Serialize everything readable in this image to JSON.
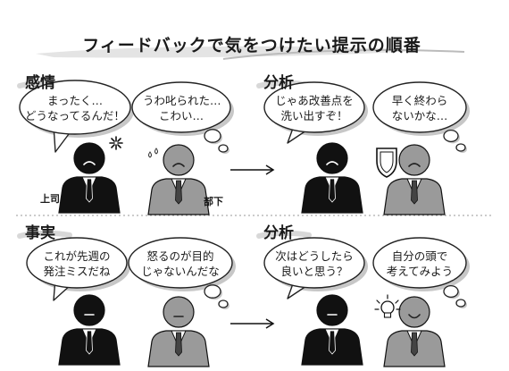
{
  "title": "フィードバックで気をつけたい提示の順番",
  "rows": [
    {
      "left_label": "感情",
      "right_label": "分析",
      "boss_left": {
        "line1": "まったく…",
        "line2": "どうなってるんだ！",
        "face": "frown"
      },
      "sub_left": {
        "line1": "うわ叱られた…",
        "line2": "こわい…",
        "face": "frown"
      },
      "boss_right": {
        "line1": "じゃあ改善点を",
        "line2": "洗い出すぞ！",
        "face": "frown"
      },
      "sub_right": {
        "line1": "早く終わら",
        "line2": "ないかな…",
        "face": "frown"
      }
    },
    {
      "left_label": "事実",
      "right_label": "分析",
      "boss_left": {
        "line1": "これが先週の",
        "line2": "発注ミスだね",
        "face": "neutral"
      },
      "sub_left": {
        "line1": "怒るのが目的",
        "line2": "じゃないんだな",
        "face": "neutral"
      },
      "boss_right": {
        "line1": "次はどうしたら",
        "line2": "良いと思う？",
        "face": "neutral"
      },
      "sub_right": {
        "line1": "自分の頭で",
        "line2": "考えてみよう",
        "face": "smile"
      }
    }
  ],
  "roles": {
    "boss": "上司",
    "subordinate": "部下"
  },
  "colors": {
    "boss": "#111111",
    "subordinate": "#9a9a9a",
    "bubble_shadow": "#c7c7c7",
    "label_brush": "#d8d8d8"
  },
  "icons": [
    "anger-mark-icon",
    "sweat-drops-icon",
    "shield-icon",
    "lightbulb-icon",
    "arrow-right-icon"
  ]
}
